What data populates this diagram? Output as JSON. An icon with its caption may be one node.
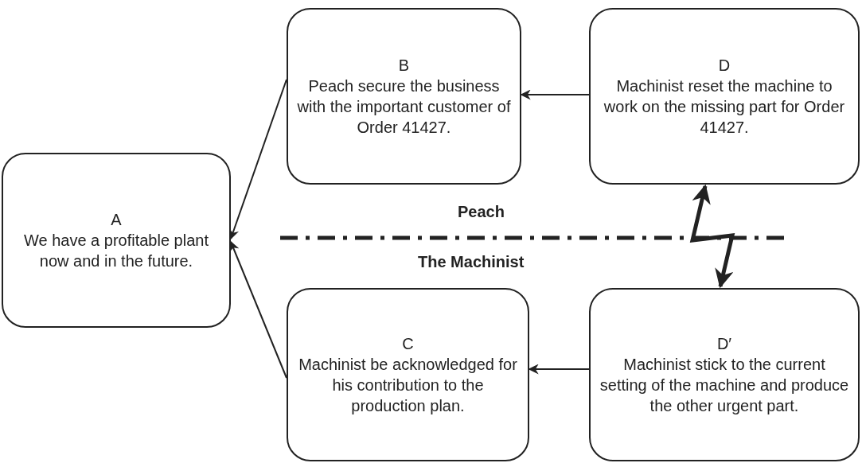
{
  "diagram": {
    "nodes": [
      {
        "text": [
          "A",
          "We have a profitable plant now and in the future."
        ]
      },
      {
        "text": [
          "B",
          "Peach secure the business with the important customer of Order 41427."
        ]
      },
      {
        "text": [
          "C",
          "Machinist be acknowledged for his contribution to the production plan."
        ]
      },
      {
        "text": [
          "D",
          "Machinist reset the machine to work on the missing part for Order 41427."
        ]
      },
      {
        "text": [
          "D′",
          "Machinist stick to the current setting of the machine and produce the other urgent part."
        ]
      }
    ],
    "edges": [
      {
        "from": 1,
        "to": 0,
        "arrow": "to"
      },
      {
        "from": 2,
        "to": 0,
        "arrow": "to"
      },
      {
        "from": 3,
        "to": 1,
        "arrow": "to"
      },
      {
        "from": 4,
        "to": 2,
        "arrow": "to"
      },
      {
        "from": 3,
        "to": 4,
        "arrow": "both",
        "style": "thick"
      }
    ],
    "labels": [
      "Peach",
      "The Machinist"
    ]
  }
}
